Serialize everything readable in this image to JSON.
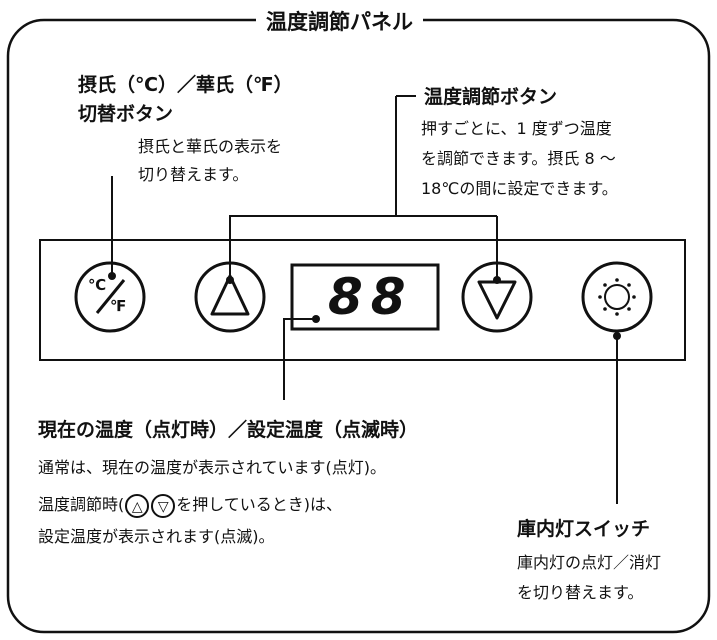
{
  "title": "温度調節パネル",
  "unit_switch": {
    "heading_line1": "摂氏（℃）／華氏（℉）",
    "heading_line2": "切替ボタン",
    "desc_line1": "摂氏と華氏の表示を",
    "desc_line2": "切り替えます。",
    "button_symbol_c": "℃",
    "button_symbol_f": "℉"
  },
  "temp_buttons": {
    "heading": "温度調節ボタン",
    "desc_line1": "押すごとに、1 度ずつ温度",
    "desc_line2": "を調節できます。摂氏 8 〜",
    "desc_line3": "18℃の間に設定できます。"
  },
  "display": {
    "digits": "88",
    "heading": "現在の温度（点灯時）／設定温度（点滅時）",
    "desc_line1": "通常は、現在の温度が表示されています(点灯)。",
    "desc_line2_prefix": "温度調節時(",
    "desc_line2_up": "△",
    "desc_line2_down": "▽",
    "desc_line2_suffix": "を押しているとき)は、",
    "desc_line3": "設定温度が表示されます(点滅)。"
  },
  "light_switch": {
    "heading": "庫内灯スイッチ",
    "desc_line1": "庫内灯の点灯／消灯",
    "desc_line2": "を切り替えます。"
  },
  "colors": {
    "line": "#111111",
    "background": "#ffffff"
  }
}
